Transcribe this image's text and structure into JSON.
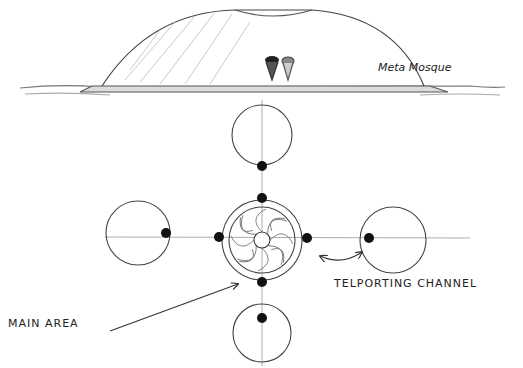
{
  "diagram": {
    "labels": [
      "Meta Mosque",
      "TELPORTING CHANNEL",
      "MAIN AREA"
    ]
  }
}
